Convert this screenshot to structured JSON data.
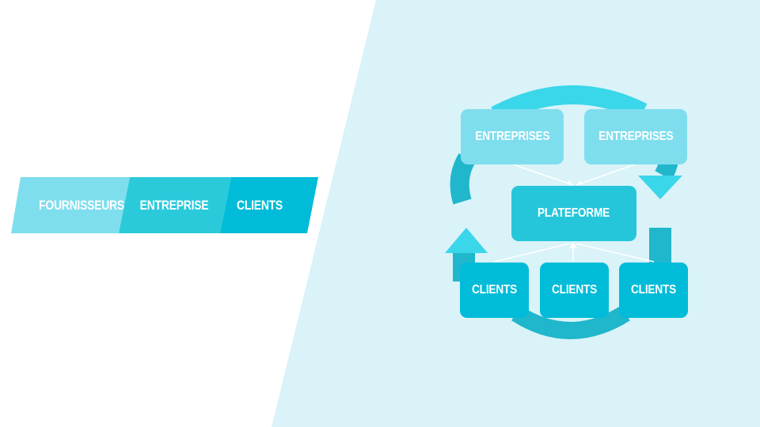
{
  "pipeline": {
    "steps": [
      {
        "label": "FOURNISSEURS",
        "color": "#7fdeee"
      },
      {
        "label": "ENTREPRISE",
        "color": "#2bcadb"
      },
      {
        "label": "CLIENTS",
        "color": "#00bcd8"
      }
    ]
  },
  "cycle": {
    "top_nodes": [
      "ENTREPRISES",
      "ENTREPRISES"
    ],
    "center_node": "PLATEFORME",
    "bottom_nodes": [
      "CLIENTS",
      "CLIENTS",
      "CLIENTS"
    ]
  },
  "colors": {
    "background_panel": "#d9f3f8",
    "light": "#7fdeee",
    "mid": "#26c6da",
    "dark": "#00bcd8",
    "arc_light": "#3ad6ea",
    "arc_dark": "#20b6cc"
  }
}
